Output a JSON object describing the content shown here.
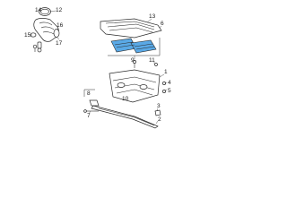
{
  "diagram": {
    "highlight_color": "#5aa9e6",
    "callouts": {
      "c1": "1",
      "c2": "2",
      "c3": "3",
      "c4": "4",
      "c5": "5",
      "c6": "6",
      "c7": "7",
      "c8": "8",
      "c9": "9",
      "c10": "10",
      "c11": "11",
      "c12": "12",
      "c13": "13",
      "c14": "14",
      "c15": "15",
      "c16": "16",
      "c17": "17"
    }
  }
}
